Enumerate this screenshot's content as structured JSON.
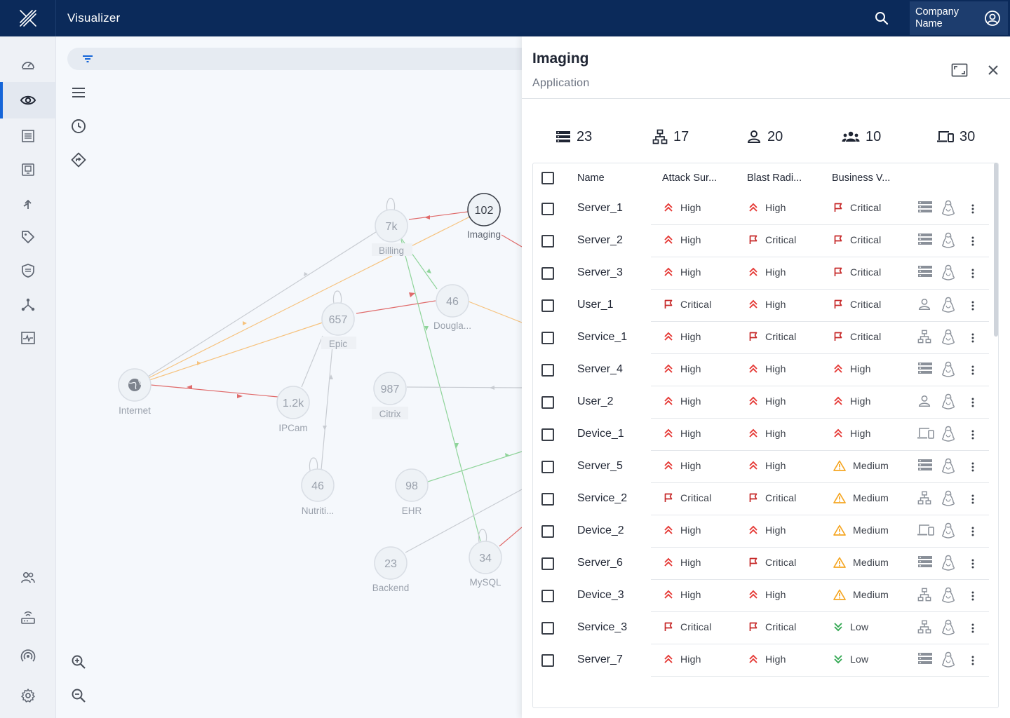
{
  "app": {
    "title": "Visualizer",
    "company_name": "Company Name"
  },
  "colors": {
    "topbar": "#0b2a5a",
    "accent": "#1565d8",
    "critical": "#c62828",
    "high": "#e53935",
    "medium": "#f5a623",
    "low": "#34a853"
  },
  "left_nav": [
    {
      "icon": "dashboard-gauge-icon"
    },
    {
      "icon": "eye-icon",
      "active": true
    },
    {
      "icon": "list-report-icon"
    },
    {
      "icon": "monitor-icon"
    },
    {
      "icon": "merge-arrow-icon"
    },
    {
      "icon": "tag-icon"
    },
    {
      "icon": "shield-icon"
    },
    {
      "icon": "network-hub-icon"
    },
    {
      "icon": "activity-monitor-icon"
    },
    {
      "icon": "users-icon"
    },
    {
      "icon": "router-icon"
    },
    {
      "icon": "broadcast-icon"
    },
    {
      "icon": "settings-gear-icon"
    }
  ],
  "graph": {
    "nodes": [
      {
        "value": "7k",
        "label": "Billing"
      },
      {
        "value": "102",
        "label": "Imaging"
      },
      {
        "value": "657",
        "label": "Epic"
      },
      {
        "value": "46",
        "label": "Dougla..."
      },
      {
        "value": "",
        "label": "Internet"
      },
      {
        "value": "1.2k",
        "label": "IPCam"
      },
      {
        "value": "987",
        "label": "Citrix"
      },
      {
        "value": "46",
        "label": "Nutriti..."
      },
      {
        "value": "98",
        "label": "EHR"
      },
      {
        "value": "23",
        "label": "Backend"
      },
      {
        "value": "34",
        "label": "MySQL"
      }
    ]
  },
  "panel": {
    "title": "Imaging",
    "subtitle": "Application",
    "stats": [
      {
        "icon": "server-stack-icon",
        "value": "23"
      },
      {
        "icon": "service-tree-icon",
        "value": "17"
      },
      {
        "icon": "user-icon",
        "value": "20"
      },
      {
        "icon": "user-group-icon",
        "value": "10"
      },
      {
        "icon": "device-icon",
        "value": "30"
      }
    ],
    "columns": [
      "Name",
      "Attack Sur...",
      "Blast Radi...",
      "Business V..."
    ],
    "rows": [
      {
        "name": "Server_1",
        "attack": "High",
        "blast": "High",
        "business": "Critical",
        "type": "server"
      },
      {
        "name": "Server_2",
        "attack": "High",
        "blast": "Critical",
        "business": "Critical",
        "type": "server"
      },
      {
        "name": "Server_3",
        "attack": "High",
        "blast": "High",
        "business": "Critical",
        "type": "server"
      },
      {
        "name": "User_1",
        "attack": "Critical",
        "blast": "High",
        "business": "Critical",
        "type": "user"
      },
      {
        "name": "Service_1",
        "attack": "High",
        "blast": "Critical",
        "business": "Critical",
        "type": "service"
      },
      {
        "name": "Server_4",
        "attack": "High",
        "blast": "High",
        "business": "High",
        "type": "server"
      },
      {
        "name": "User_2",
        "attack": "High",
        "blast": "High",
        "business": "High",
        "type": "user"
      },
      {
        "name": "Device_1",
        "attack": "High",
        "blast": "High",
        "business": "High",
        "type": "device"
      },
      {
        "name": "Server_5",
        "attack": "High",
        "blast": "High",
        "business": "Medium",
        "type": "server"
      },
      {
        "name": "Service_2",
        "attack": "Critical",
        "blast": "Critical",
        "business": "Medium",
        "type": "service"
      },
      {
        "name": "Device_2",
        "attack": "High",
        "blast": "High",
        "business": "Medium",
        "type": "device"
      },
      {
        "name": "Server_6",
        "attack": "High",
        "blast": "Critical",
        "business": "Medium",
        "type": "server"
      },
      {
        "name": "Device_3",
        "attack": "High",
        "blast": "High",
        "business": "Medium",
        "type": "service"
      },
      {
        "name": "Service_3",
        "attack": "Critical",
        "blast": "Critical",
        "business": "Low",
        "type": "service"
      },
      {
        "name": "Server_7",
        "attack": "High",
        "blast": "High",
        "business": "Low",
        "type": "server"
      }
    ]
  }
}
